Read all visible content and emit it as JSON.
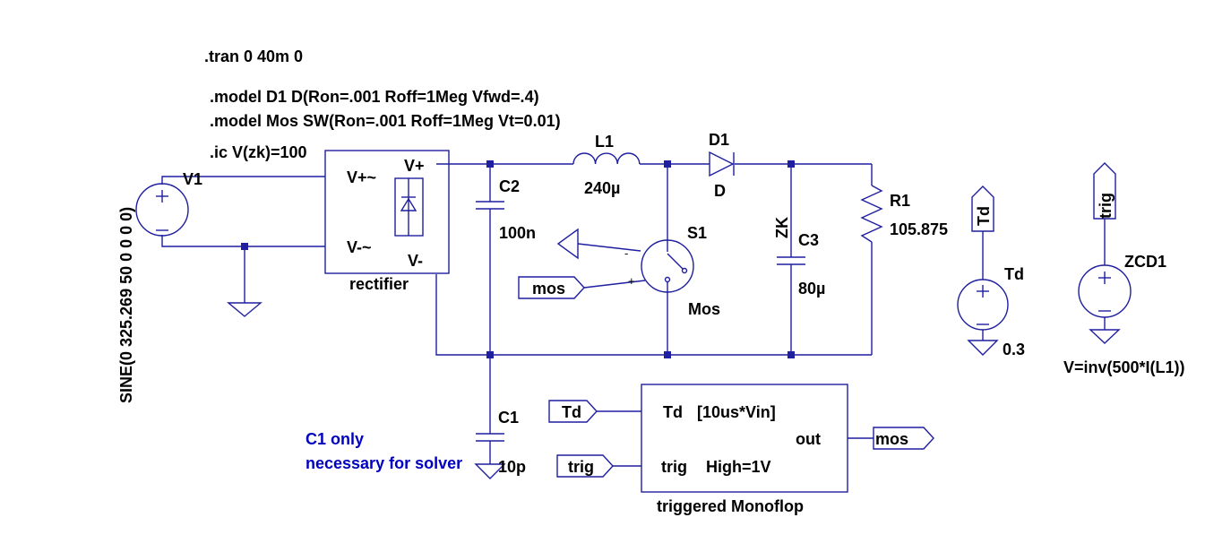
{
  "directives": {
    "tran": ".tran 0 40m 0",
    "model_d1": ".model D1 D(Ron=.001 Roff=1Meg Vfwd=.4)",
    "model_mos": ".model Mos SW(Ron=.001 Roff=1Meg Vt=0.01)",
    "ic": ".ic V(zk)=100"
  },
  "v1": {
    "name": "V1",
    "value": "SINE(0 325.269 50 0 0 0 0)"
  },
  "rectifier": {
    "name": "rectifier",
    "pin_ac_pos": "V+~",
    "pin_ac_neg": "V-~",
    "pin_dc_pos": "V+",
    "pin_dc_neg": "V-"
  },
  "c2": {
    "name": "C2",
    "value": "100n"
  },
  "l1": {
    "name": "L1",
    "value": "240µ"
  },
  "d1": {
    "name": "D1",
    "model": "D"
  },
  "s1": {
    "name": "S1",
    "model": "Mos",
    "pin_minus": "-",
    "pin_plus": "+"
  },
  "zk_label": "ZK",
  "c3": {
    "name": "C3",
    "value": "80µ"
  },
  "r1": {
    "name": "R1",
    "value": "105.875"
  },
  "td_source": {
    "name": "Td",
    "value": "0.3",
    "net": "Td"
  },
  "zcd1": {
    "name": "ZCD1",
    "value": "V=inv(500*I(L1))",
    "net": "trig"
  },
  "c1": {
    "name": "C1",
    "value": "10p",
    "note_line1": "C1 only",
    "note_line2": "necessary for solver"
  },
  "mos_flag": "mos",
  "monoflop": {
    "name": "triggered Monoflop",
    "pin_td": "Td",
    "pin_td_expr": "[10us*Vin]",
    "pin_trig": "trig",
    "pin_trig_param": "High=1V",
    "pin_out": "out",
    "in_flag_td": "Td",
    "in_flag_trig": "trig",
    "out_flag": "mos"
  },
  "colors": {
    "wire": "#1f1fa0",
    "text": "#000000",
    "note": "#0000c0",
    "background": "#ffffff"
  }
}
